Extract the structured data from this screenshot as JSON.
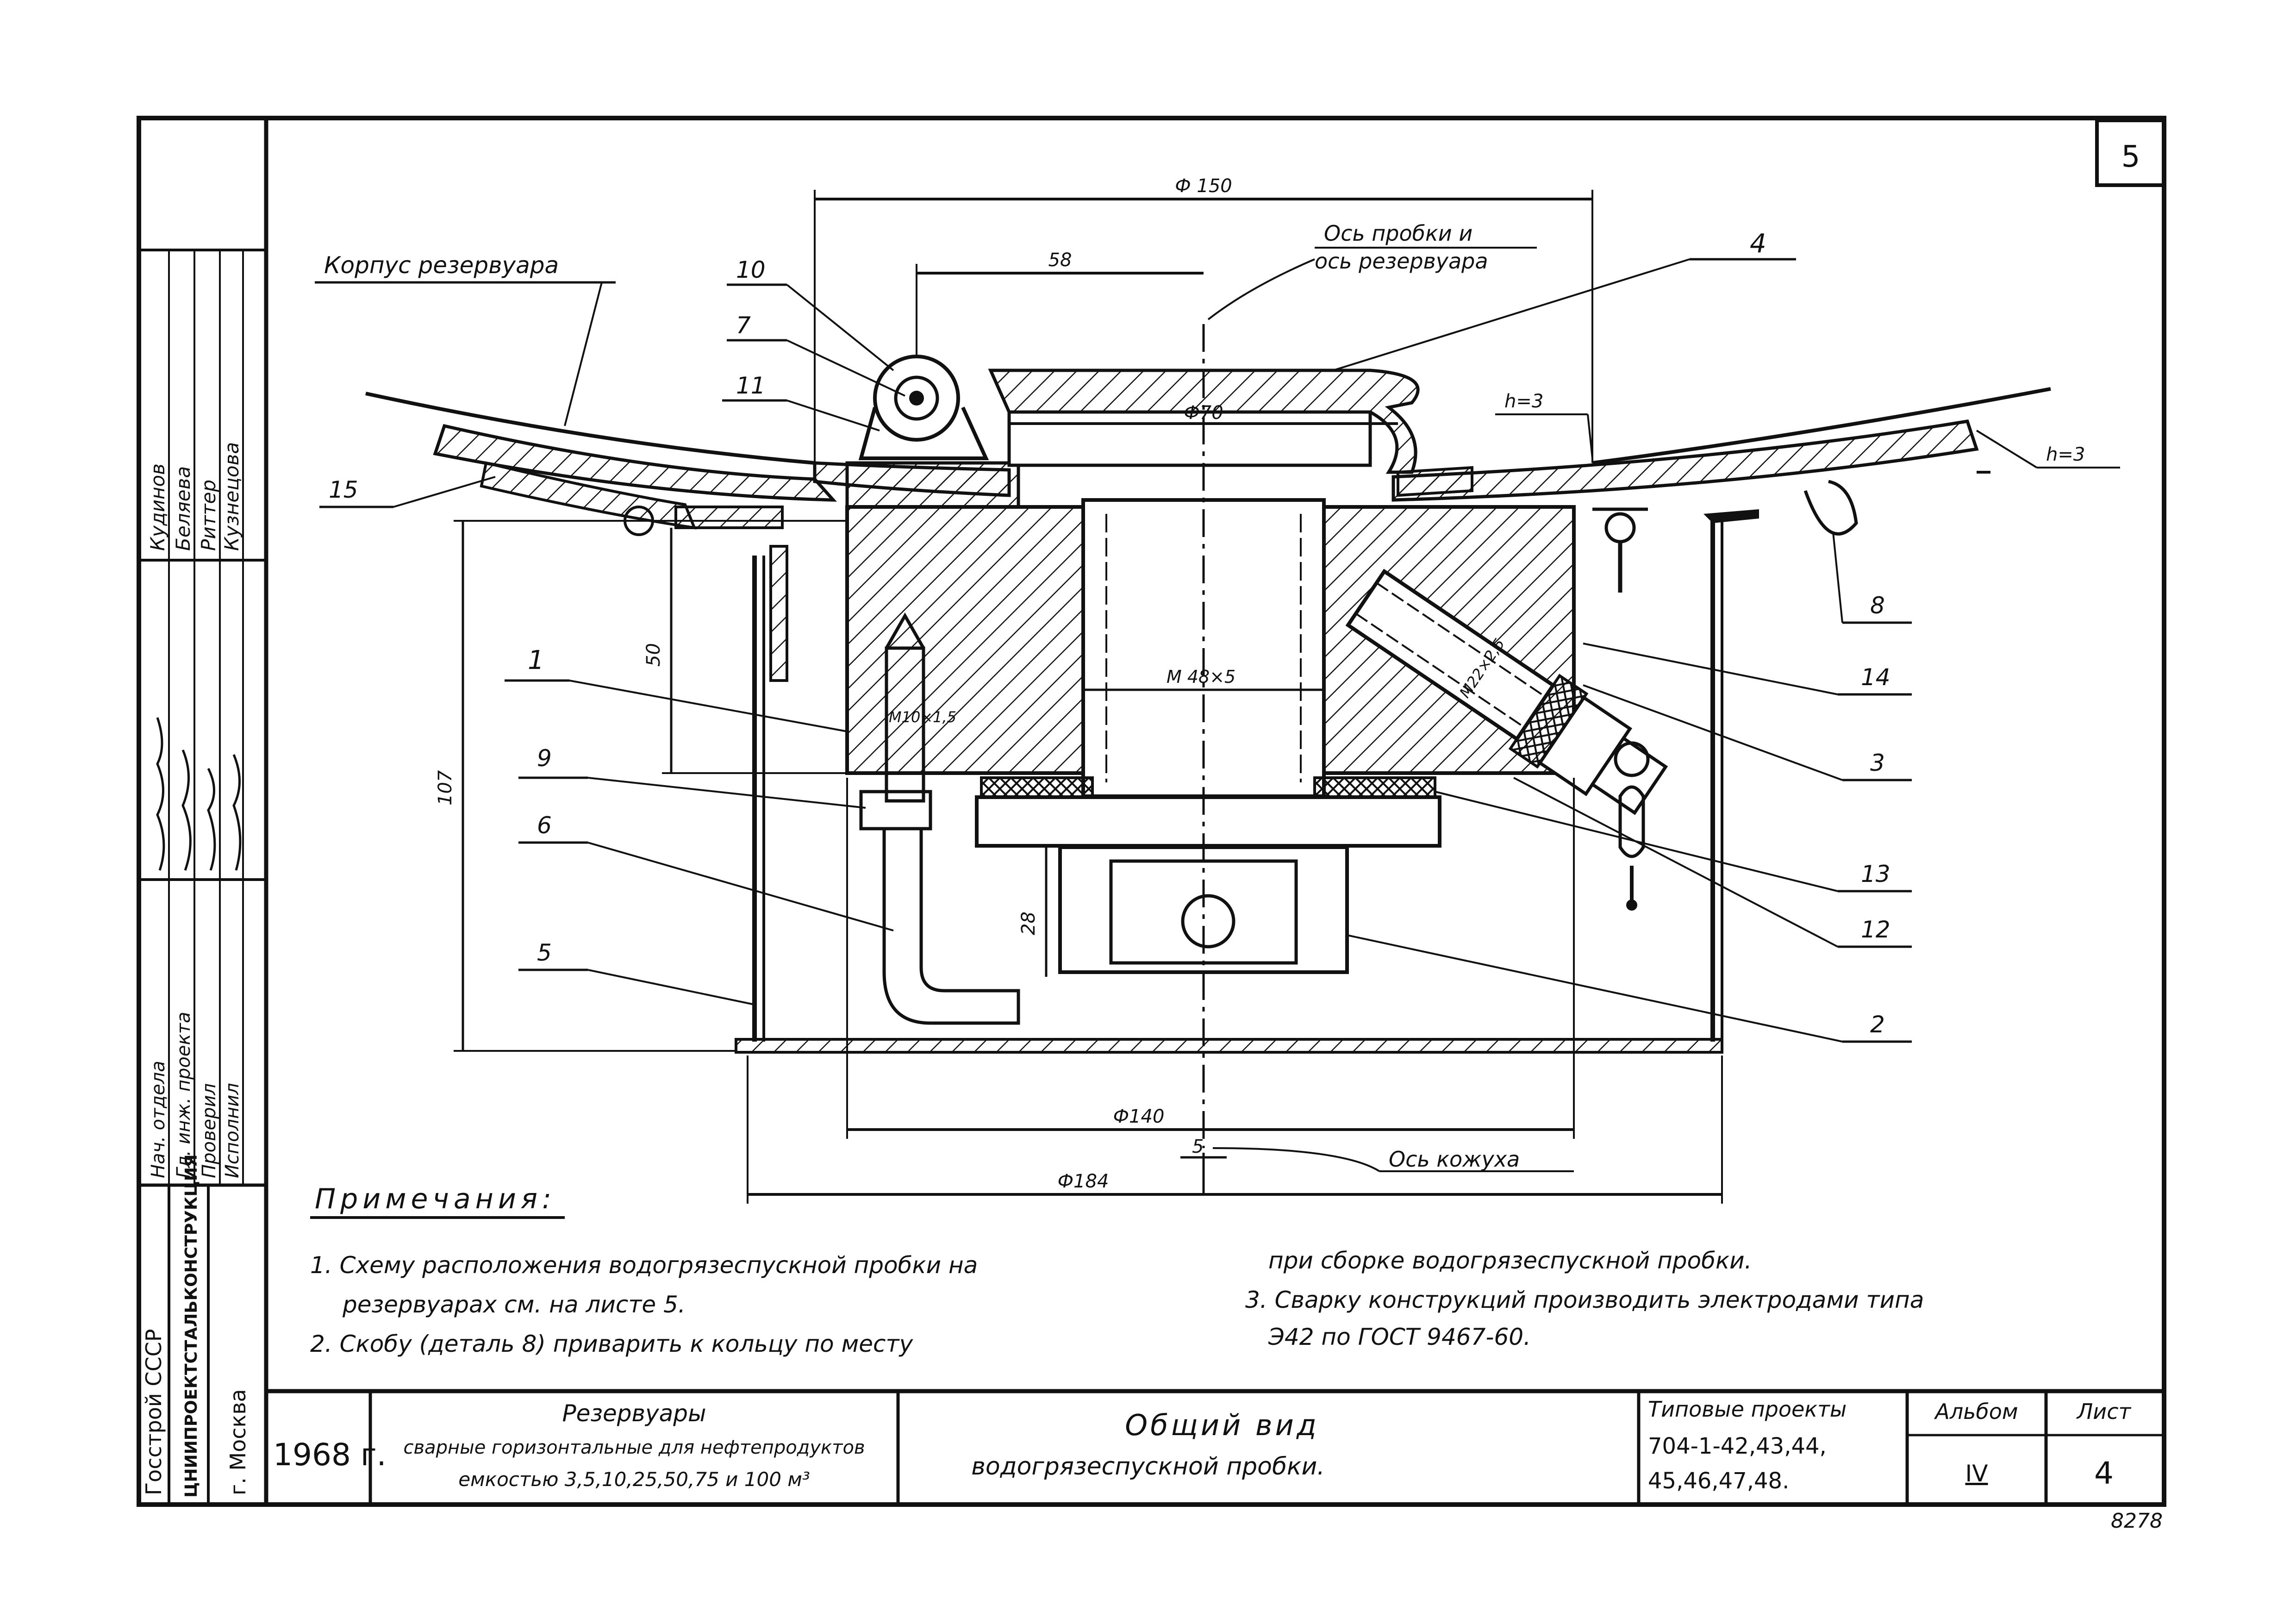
{
  "sheet_corner_number": "5",
  "labels": {
    "body": "Корпус резервуара",
    "axis_plug": "Ось пробки и",
    "axis_tank": "ось резервуара",
    "axis_casing": "Ось кожуха"
  },
  "dimensions": {
    "d150": "Ф 150",
    "d58": "58",
    "d70": "Ф70",
    "h3a": "h=3",
    "h3b": "h=3",
    "m48": "М 48×5",
    "m10": "М10×1,5",
    "m22": "М22×2,5",
    "d50": "50",
    "d107": "107",
    "d28": "28",
    "d140": "Ф140",
    "d184": "Ф184",
    "d5": "5"
  },
  "callouts": [
    "10",
    "7",
    "11",
    "15",
    "1",
    "9",
    "6",
    "5",
    "4",
    "8",
    "14",
    "3",
    "13",
    "12",
    "2"
  ],
  "notes": {
    "title": "Примечания:",
    "n1a": "1. Схему расположения водогрязеспускной пробки на",
    "n1b": "резервуарах см. на листе 5.",
    "n2": "2. Скобу (деталь 8) приварить к кольцу по месту",
    "n2b": "при сборке водогрязеспускной пробки.",
    "n3a": "3. Сварку конструкций производить электродами типа",
    "n3b": "Э42 по ГОСТ 9467-60."
  },
  "side_stamp": {
    "org1": "Госстрой СССР",
    "org2": "ЦНИИПРОЕКТСТАЛЬКОНСТРУКЦИЯ",
    "city": "г. Москва",
    "roles": [
      "Нач. отдела",
      "Гл. инж. проекта",
      "Проверил",
      "Исполнил"
    ],
    "names": [
      "Кудинов",
      "Беляева",
      "Риттер",
      "Кузнецова"
    ]
  },
  "title_block": {
    "year": "1968 г.",
    "object_title": "Резервуары",
    "object_line2": "сварные горизонтальные для нефтепродуктов",
    "object_line3": "емкостью 3,5,10,25,50,75 и 100 м³",
    "drawing_title": "Общий вид",
    "drawing_subtitle": "водогрязеспускной пробки.",
    "projects_label": "Типовые проекты",
    "projects_line1": "704-1-42,43,44,",
    "projects_line2": "45,46,47,48.",
    "album_label": "Альбом",
    "album_value": "IV",
    "sheet_label": "Лист",
    "sheet_value": "4",
    "archive_no": "8278"
  }
}
